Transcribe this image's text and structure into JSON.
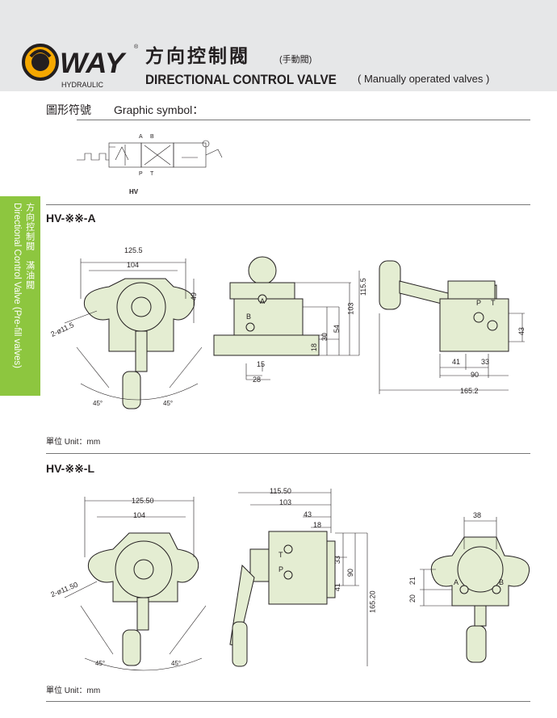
{
  "header": {
    "brand": "WAY",
    "brand_sub": "HYDRAULIC",
    "title_zh": "方向控制閥",
    "title_zh_sub": "(手動閥)",
    "title_en": "DIRECTIONAL CONTROL VALVE",
    "title_en_sub": "( Manually operated valves )"
  },
  "side_tab": {
    "zh": "方向控制閥　滿油閥",
    "en": "Directional Control Valve (Pre-fill valves)"
  },
  "graphic": {
    "heading_zh": "圖形符號",
    "heading_en": "Graphic symbol：",
    "ports_top": [
      "A",
      "B"
    ],
    "ports_bottom": [
      "P",
      "T"
    ],
    "label": "HV"
  },
  "section_a": {
    "title": "HV-※※-A",
    "dims": [
      "125.5",
      "104",
      "49",
      "2-ø11.5",
      "45°",
      "45°",
      "A",
      "B",
      "15",
      "28",
      "18",
      "30",
      "54",
      "103",
      "115.5",
      "P",
      "T",
      "43",
      "41",
      "33",
      "90",
      "165.2"
    ],
    "unit": "單位 Unit：mm"
  },
  "section_l": {
    "title": "HV-※※-L",
    "dims": [
      "125.50",
      "104",
      "2-ø11.50",
      "45°",
      "45°",
      "115.50",
      "103",
      "43",
      "18",
      "T",
      "P",
      "33",
      "41",
      "90",
      "165.20",
      "38",
      "A",
      "B",
      "21",
      "20"
    ],
    "unit": "單位 Unit：mm"
  },
  "colors": {
    "accent_green": "#8dc63f",
    "body_fill": "#e4edd2",
    "logo_orange": "#f6a800"
  }
}
